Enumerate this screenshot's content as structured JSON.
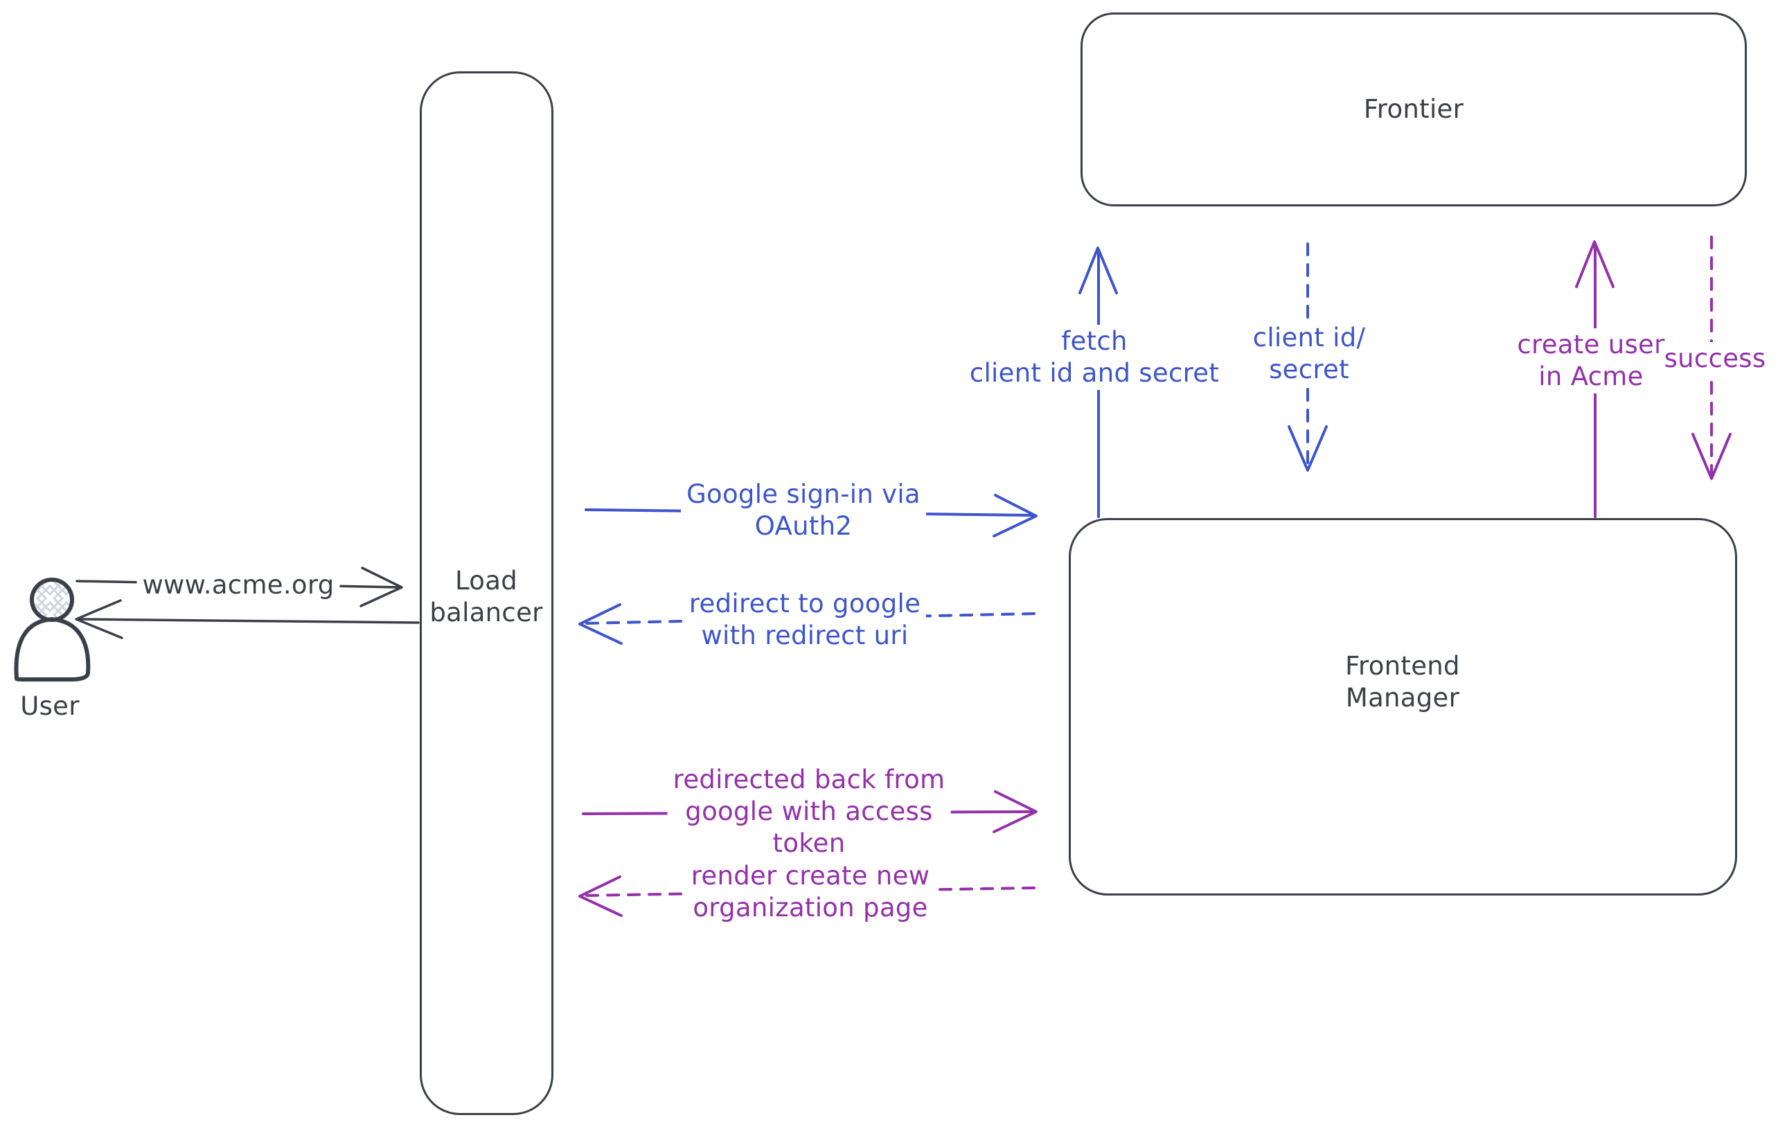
{
  "colors": {
    "dark": "#3b4048",
    "blue": "#3d55cc",
    "purple": "#9430aa",
    "hatch": "#ced6de"
  },
  "nodes": {
    "user": {
      "label": "User",
      "type": "actor"
    },
    "load_balancer": {
      "label": "Load\nbalancer",
      "type": "box"
    },
    "frontier": {
      "label": "Frontier",
      "type": "box"
    },
    "frontend_manager": {
      "label": "Frontend\nManager",
      "type": "box"
    }
  },
  "edges": {
    "www_acme": {
      "label": "www.acme.org",
      "from": "user",
      "to": "load_balancer",
      "style": "solid",
      "color": "dark"
    },
    "lb_to_user": {
      "label": "",
      "from": "load_balancer",
      "to": "user",
      "style": "solid",
      "color": "dark"
    },
    "google_signin": {
      "label": "Google sign-in via\nOAuth2",
      "from": "load_balancer",
      "to": "frontend_manager",
      "style": "solid",
      "color": "blue"
    },
    "redirect_google": {
      "label": "redirect to google\nwith redirect uri",
      "from": "frontend_manager",
      "to": "load_balancer",
      "style": "dashed",
      "color": "blue"
    },
    "fetch_client": {
      "label": "fetch\nclient id and secret",
      "from": "frontend_manager",
      "to": "frontier",
      "style": "solid",
      "color": "blue"
    },
    "client_id_secret": {
      "label": "client id/\nsecret",
      "from": "frontier",
      "to": "frontend_manager",
      "style": "dashed",
      "color": "blue"
    },
    "create_user": {
      "label": "create user\nin Acme",
      "from": "frontend_manager",
      "to": "frontier",
      "style": "solid",
      "color": "purple"
    },
    "success": {
      "label": "success",
      "from": "frontier",
      "to": "frontend_manager",
      "style": "dashed",
      "color": "purple"
    },
    "redirected_back": {
      "label": "redirected back from\ngoogle with access\ntoken",
      "from": "load_balancer",
      "to": "frontend_manager",
      "style": "solid",
      "color": "purple"
    },
    "render_org_page": {
      "label": "render create new\norganization page",
      "from": "frontend_manager",
      "to": "load_balancer",
      "style": "dashed",
      "color": "purple"
    }
  }
}
